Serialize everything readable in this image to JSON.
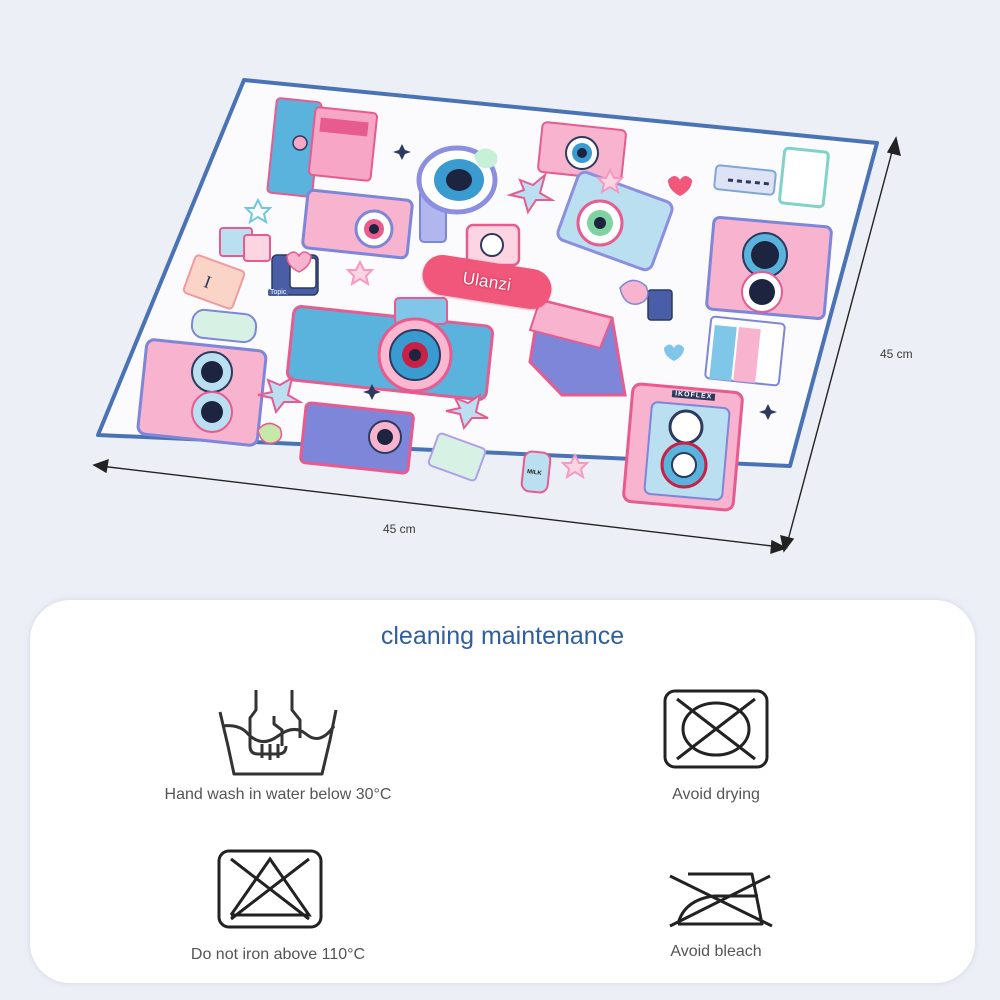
{
  "product": {
    "brand": "Ulanzi",
    "width_label": "45 cm",
    "height_label": "45 cm",
    "decor_text": {
      "topic_tag": "Topic",
      "tlr_camera_name": "IKOFLEX",
      "milk_bottle": "MILK"
    },
    "colors": {
      "cloth_border": "#4a73b5",
      "cloth_fill": "#fbfbfd",
      "brand_pill": "#f0577a",
      "pink": "#f49ac2",
      "blue": "#7fc6e8",
      "purple": "#8c8fe0",
      "navy": "#2b3a5e"
    }
  },
  "care": {
    "title": "cleaning maintenance",
    "title_color": "#2f5e9e",
    "items": [
      {
        "icon": "hand-wash-icon",
        "label": "Hand wash in water below 30°C"
      },
      {
        "icon": "no-tumble-dry-icon",
        "label": "Avoid drying"
      },
      {
        "icon": "no-bleach-icon",
        "label": "Do not iron above 110°C"
      },
      {
        "icon": "no-iron-icon",
        "label": "Avoid bleach"
      }
    ]
  }
}
